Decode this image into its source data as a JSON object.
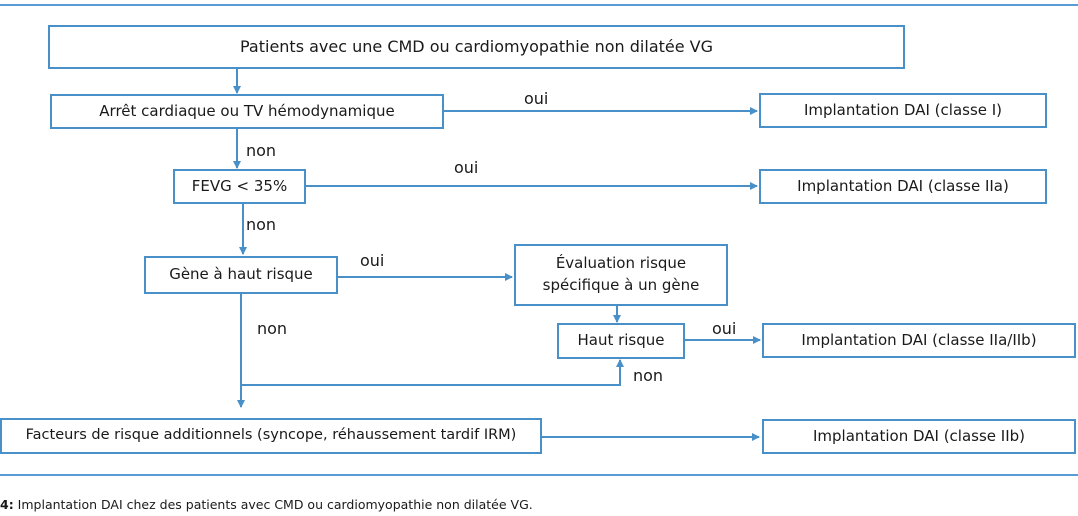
{
  "boxes": {
    "root": "Patients avec une CMD ou cardiomyopathie non dilatée VG",
    "arret": "Arrêt cardiaque ou TV hémodynamique",
    "dai_1": "Implantation DAI (classe I)",
    "fevg": "FEVG < 35%",
    "dai_2a": "Implantation DAI (classe IIa)",
    "gene": "Gène à haut risque",
    "evaluation_1": "Évaluation risque",
    "evaluation_2": "spécifique à un gène",
    "haut_risque": "Haut risque",
    "dai_2ab": "Implantation DAI (classe IIa/IIb)",
    "facteurs": "Facteurs de risque additionnels (syncope, réhaussement tardif IRM)",
    "dai_2b": "Implantation DAI (classe IIb)"
  },
  "edge_labels": {
    "arret_oui": "oui",
    "arret_non": "non",
    "fevg_oui": "oui",
    "fevg_non": "non",
    "gene_oui": "oui",
    "gene_non": "non",
    "haut_oui": "oui",
    "haut_non": "non"
  },
  "caption": {
    "number": "4:",
    "text": " Implantation DAI chez des patients avec CMD ou cardiomyopathie non dilatée VG."
  },
  "colors": {
    "box_border": "#4a90c8",
    "arrow": "#4a90c8",
    "rule": "#5b9bd5"
  }
}
